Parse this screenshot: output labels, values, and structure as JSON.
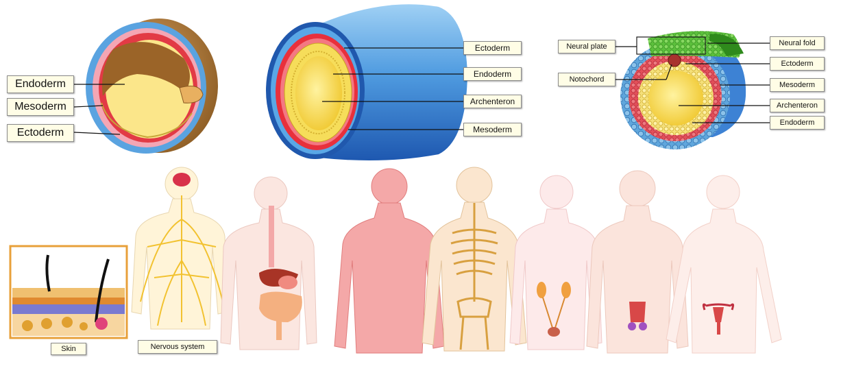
{
  "diagram1": {
    "labels": [
      "Endoderm",
      "Mesoderm",
      "Ectoderm"
    ]
  },
  "diagram2": {
    "labels": [
      "Ectoderm",
      "Endoderm",
      "Archenteron",
      "Mesoderm"
    ]
  },
  "diagram3": {
    "labels": [
      "Neural plate",
      "Notochord",
      "Neural fold",
      "Ectoderm",
      "Mesoderm",
      "Archenteron",
      "Endoderm"
    ]
  },
  "bottom_labels": [
    "Skin",
    "Nervous system"
  ],
  "colors": {
    "ectoderm": "#4a90d9",
    "mesoderm": "#e23a45",
    "endoderm": "#f6e27a",
    "archenteron": "#f2d640",
    "neural": "#3aa42a",
    "label_bg": "#fffde6"
  }
}
